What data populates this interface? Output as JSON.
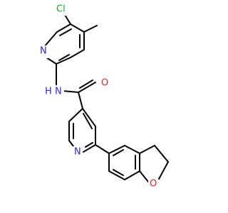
{
  "molecule": {
    "atoms": [
      {
        "id": "Cl",
        "text": "Cl",
        "color": "#1fae1f"
      },
      {
        "id": "N_top",
        "text": "N",
        "color": "#2b2bd6"
      },
      {
        "id": "NH",
        "text": "N",
        "color": "#2b2bd6"
      },
      {
        "id": "H",
        "text": "H",
        "color": "#2b2bd6"
      },
      {
        "id": "O_amide",
        "text": "O",
        "color": "#d62b2b"
      },
      {
        "id": "N_mid",
        "text": "N",
        "color": "#2b2bd6"
      },
      {
        "id": "O_furan",
        "text": "O",
        "color": "#d62b2b"
      }
    ]
  }
}
